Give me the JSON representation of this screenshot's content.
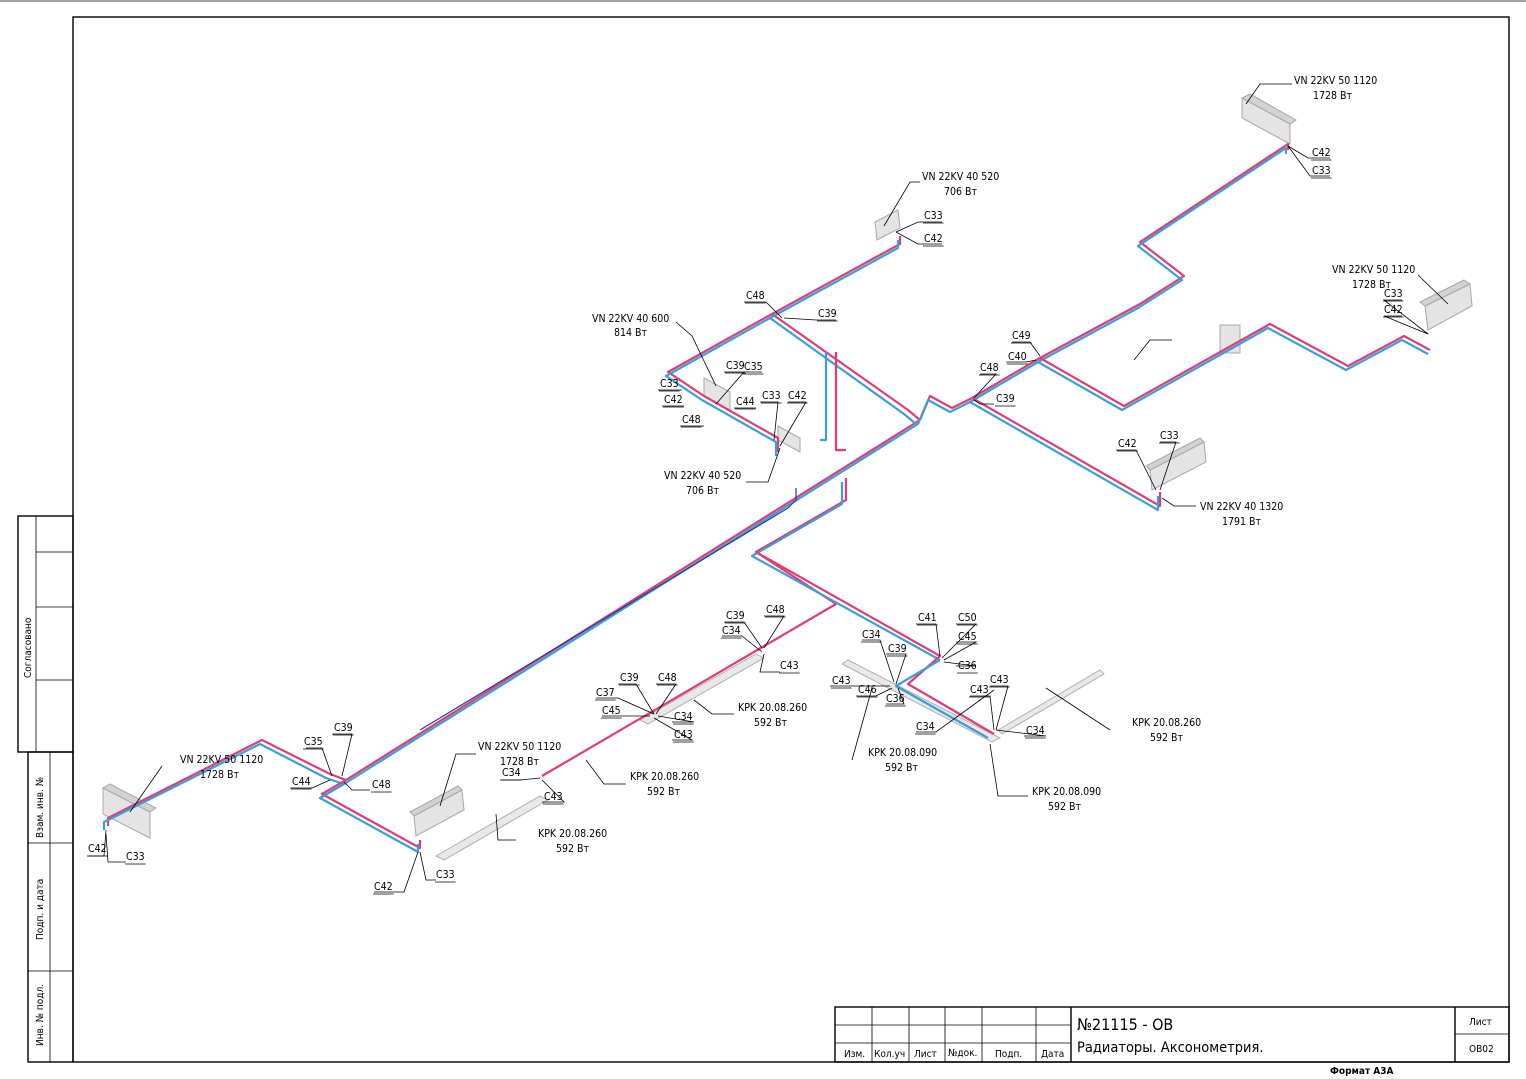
{
  "title_block": {
    "number": "№21115 - ОВ",
    "name": "Радиаторы. Аксонометрия.",
    "sheet_label": "Лист",
    "sheet_value": "ОВ02",
    "format": "Формат А3А",
    "columns": [
      "Изм.",
      "Кол.уч",
      "Лист",
      "№док.",
      "Подп.",
      "Дата"
    ]
  },
  "side_stamp": {
    "agreed": "Согласовано",
    "replace_inv": "Взам. инв. №",
    "sign_date": "Подп. и дата",
    "inv_orig": "Инв. № подл."
  },
  "equipment_labels": [
    {
      "id": "r1",
      "model": "VN 22KV 50 1120",
      "power": "1728 Вт"
    },
    {
      "id": "r2",
      "model": "VN 22KV 40 520",
      "power": "706 Вт"
    },
    {
      "id": "r3",
      "model": "VN 22KV 50 1120",
      "power": "1728 Вт"
    },
    {
      "id": "r4",
      "model": "VN 22KV 40 600",
      "power": "814 Вт"
    },
    {
      "id": "r5",
      "model": "VN 22KV 40 520",
      "power": "706 Вт"
    },
    {
      "id": "r6",
      "model": "VN 22KV 40 1320",
      "power": "1791 Вт"
    },
    {
      "id": "r7",
      "model": "VN 22KV 50 1120",
      "power": "1728 Вт"
    },
    {
      "id": "r8",
      "model": "VN 22KV 50 1120",
      "power": "1728 Вт"
    },
    {
      "id": "k1",
      "model": "KPK 20.08.260",
      "power": "592 Вт"
    },
    {
      "id": "k2",
      "model": "KPK 20.08.260",
      "power": "592 Вт"
    },
    {
      "id": "k3",
      "model": "KPK 20.08.260",
      "power": "592 Вт"
    },
    {
      "id": "k4",
      "model": "KPK 20.08.090",
      "power": "592 Вт"
    },
    {
      "id": "k5",
      "model": "KPK 20.08.090",
      "power": "592 Вт"
    },
    {
      "id": "k6",
      "model": "KPK 20.08.260",
      "power": "592 Вт"
    }
  ],
  "fitting_labels": [
    "C42",
    "C33",
    "C33",
    "C42",
    "C48",
    "C39",
    "C33",
    "C39",
    "C35",
    "C33",
    "C42",
    "C42",
    "C44",
    "C48",
    "C49",
    "C40",
    "C48",
    "C39",
    "C33",
    "C42",
    "C42",
    "C33",
    "C39",
    "C48",
    "C34",
    "C43",
    "C39",
    "C48",
    "C37",
    "C45",
    "C34",
    "C43",
    "C41",
    "C50",
    "C45",
    "C34",
    "C39",
    "C43",
    "C46",
    "C36",
    "C36",
    "C43",
    "C43",
    "C34",
    "C34",
    "C35",
    "C39",
    "C44",
    "C48",
    "C42",
    "C33",
    "C34",
    "C43",
    "C42",
    "C33"
  ]
}
